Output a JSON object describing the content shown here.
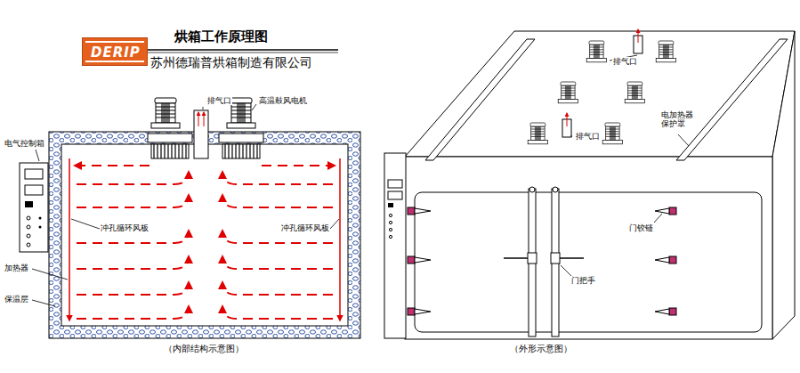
{
  "diagram": {
    "title": "烘箱工作原理图",
    "nodes": [
      {
        "text": [
          "DERIP"
        ]
      }
    ],
    "labels": [
      "苏州德瑞普烘箱制造有限公司",
      "排气口",
      "高温鼓风电机",
      "电气控制箱",
      "冲孔循环风板",
      "冲孔循环风板",
      "加热器",
      "保温层",
      "（内部结构示意图）",
      "排气口",
      "排气口",
      "电加热器 保护罩",
      "门铰链",
      "门把手",
      "（外形示意图）"
    ]
  }
}
